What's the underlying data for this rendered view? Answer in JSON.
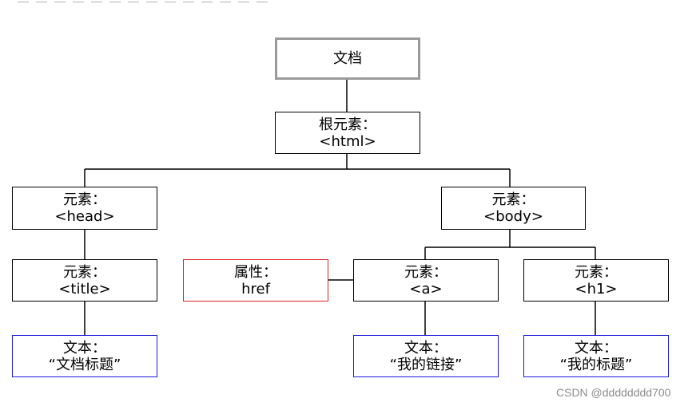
{
  "diagram": {
    "document": {
      "label": "文档"
    },
    "root": {
      "line1": "根元素：",
      "line2": "<html>"
    },
    "head": {
      "line1": "元素：",
      "line2": "<head>"
    },
    "body": {
      "line1": "元素：",
      "line2": "<body>"
    },
    "title": {
      "line1": "元素：",
      "line2": "<title>"
    },
    "attribute": {
      "line1": "属性：",
      "line2": "href"
    },
    "a": {
      "line1": "元素：",
      "line2": "<a>"
    },
    "h1": {
      "line1": "元素：",
      "line2": "<h1>"
    },
    "text_title": {
      "line1": "文本：",
      "line2": "“文档标题”"
    },
    "text_a": {
      "line1": "文本：",
      "line2": "“我的链接”"
    },
    "text_h1": {
      "line1": "文本：",
      "line2": "“我的标题”"
    }
  },
  "watermark": "CSDN @dddddddd700",
  "colors": {
    "document_border": "#9a9a9a",
    "attribute_border": "#e02020",
    "text_border": "#1a1ad8",
    "element_border": "#000000"
  }
}
